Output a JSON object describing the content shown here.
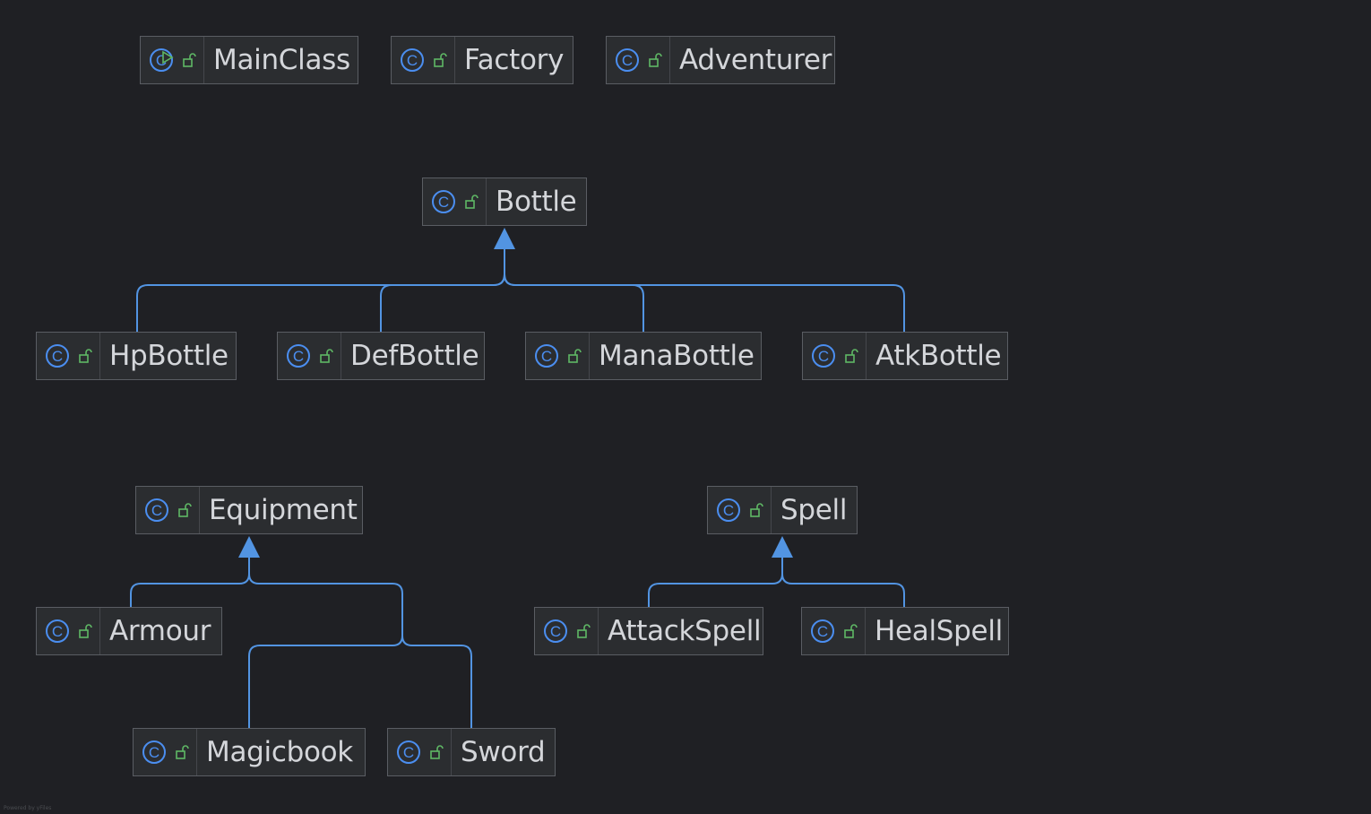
{
  "diagram": {
    "classes": [
      {
        "id": "MainClass",
        "label": "MainClass",
        "entry_point": true
      },
      {
        "id": "Factory",
        "label": "Factory"
      },
      {
        "id": "Adventurer",
        "label": "Adventurer"
      },
      {
        "id": "Bottle",
        "label": "Bottle"
      },
      {
        "id": "HpBottle",
        "label": "HpBottle"
      },
      {
        "id": "DefBottle",
        "label": "DefBottle"
      },
      {
        "id": "ManaBottle",
        "label": "ManaBottle"
      },
      {
        "id": "AtkBottle",
        "label": "AtkBottle"
      },
      {
        "id": "Equipment",
        "label": "Equipment"
      },
      {
        "id": "Spell",
        "label": "Spell"
      },
      {
        "id": "Armour",
        "label": "Armour"
      },
      {
        "id": "AttackSpell",
        "label": "AttackSpell"
      },
      {
        "id": "HealSpell",
        "label": "HealSpell"
      },
      {
        "id": "Magicbook",
        "label": "Magicbook"
      },
      {
        "id": "Sword",
        "label": "Sword"
      }
    ],
    "inheritance": [
      {
        "child": "HpBottle",
        "parent": "Bottle"
      },
      {
        "child": "DefBottle",
        "parent": "Bottle"
      },
      {
        "child": "ManaBottle",
        "parent": "Bottle"
      },
      {
        "child": "AtkBottle",
        "parent": "Bottle"
      },
      {
        "child": "Armour",
        "parent": "Equipment"
      },
      {
        "child": "Magicbook",
        "parent": "Equipment"
      },
      {
        "child": "Sword",
        "parent": "Equipment"
      },
      {
        "child": "AttackSpell",
        "parent": "Spell"
      },
      {
        "child": "HealSpell",
        "parent": "Spell"
      }
    ],
    "icons": {
      "class": "class-icon",
      "visibility": "public-lock-icon",
      "run": "run-icon"
    },
    "colors": {
      "background": "#1f2024",
      "node_fill": "#2b2d30",
      "node_border": "#5a5d63",
      "text": "#d4d6da",
      "class_icon": "#4b8ef0",
      "lock_icon": "#5fb865",
      "edge": "#5294e2"
    },
    "watermark": "Powered by yFiles"
  }
}
